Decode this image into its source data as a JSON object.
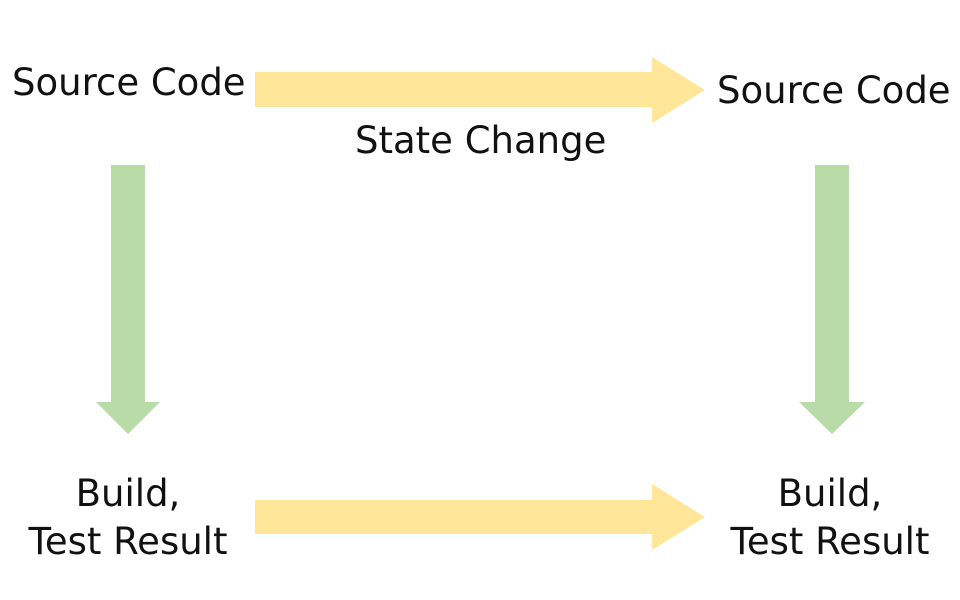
{
  "nodes": {
    "top_left": {
      "text": "Source Code"
    },
    "top_right": {
      "text": "Source Code"
    },
    "bottom_left": {
      "line1": "Build,",
      "line2": "Test Result"
    },
    "bottom_right": {
      "line1": "Build,",
      "line2": "Test Result"
    }
  },
  "edges": {
    "top_horizontal": {
      "label": "State Change"
    }
  },
  "colors": {
    "horizontal_arrow": "#FFE699",
    "vertical_arrow": "#B8DBA8",
    "text": "#111111",
    "background": "#FFFFFF"
  }
}
